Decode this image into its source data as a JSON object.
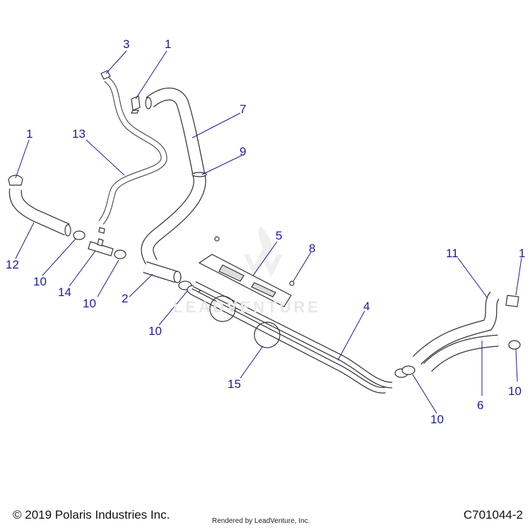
{
  "callouts": {
    "c3": "3",
    "c1_top": "1",
    "c7": "7",
    "c9": "9",
    "c13": "13",
    "c1_left": "1",
    "c12": "12",
    "c10_a": "10",
    "c14": "14",
    "c10_b": "10",
    "c2": "2",
    "c10_c": "10",
    "c5": "5",
    "c8": "8",
    "c4": "4",
    "c15": "15",
    "c11": "11",
    "c1_right": "1",
    "c6": "6",
    "c10_d": "10",
    "c10_e": "10"
  },
  "footer": {
    "copyright": "© 2019 Polaris Industries Inc.",
    "rendered_by": "Rendered by LeadVenture, Inc.",
    "diagram_code": "C701044-2"
  },
  "watermark": {
    "text": "LEADVENTURE"
  },
  "colors": {
    "callout": "#1a1aa8",
    "leader": "#1a1aa8",
    "part_stroke": "#333333",
    "part_fill": "#ffffff"
  }
}
